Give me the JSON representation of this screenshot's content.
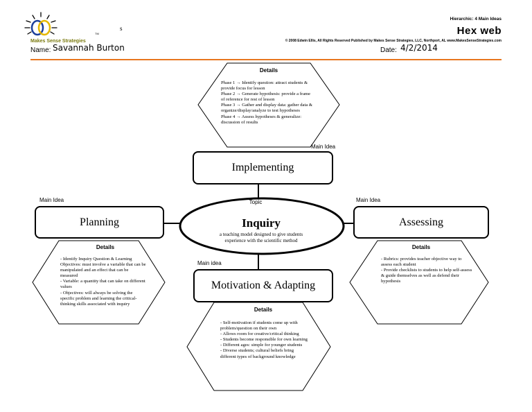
{
  "header": {
    "brand": "Makes Sense Strategies",
    "tm": "TM",
    "s_mark": "s",
    "name_label": "Name:",
    "name_value": "Savannah Burton",
    "hierarchic": "Hierarchic: 4 Main Ideas",
    "title": "Hex web",
    "copyright": "© 2008 Edwin Ellis, All Rights Reserved   Published by Makes Sense Strategies, LLC, Northport, AL   www.MakesSenseStrategies.com",
    "date_label": "Date:",
    "date_value": "4/2/2014",
    "accent_color": "#e8761f"
  },
  "topic": {
    "label": "Topic",
    "title": "Inquiry",
    "description": "a teaching model designed to give students experience with the scientific method"
  },
  "main_ideas": {
    "implementing": {
      "tag": "Main Idea",
      "title": "Implementing",
      "details_label": "Details",
      "details": "Phase 1 → Identify question: attract students & provide focus for lesson\nPhase 2 → Generate hypothesis: provide a frame of reference for rest of lesson\nPhase 3 → Gather and display data: gather data & organize/display/analyze to test hypotheses\nPhase 4 → Assess hypotheses & generalize: discussion of results"
    },
    "planning": {
      "tag": "Main Idea",
      "title": "Planning",
      "details_label": "Details",
      "details": "- Identify Inquiry Question & Learning Objectives: must involve a variable that can be manipulated and an effect that can be measured\n- Variable: a quantity that can take on different values\n- Objectives: will always be solving the specific problem and learning the critical-thinking skills associated with inquiry"
    },
    "assessing": {
      "tag": "Main Idea",
      "title": "Assessing",
      "details_label": "Details",
      "details": "- Rubrics: provides teacher objective way to assess each student\n- Provide checklists to students to help self-assess & guide themselves as well as defend their hypothesis"
    },
    "motivation": {
      "tag": "Main idea",
      "title": "Motivation & Adapting",
      "details_label": "Details",
      "details": "- Self-motivation if students come up with problem/question on their own\n- Allows room for creative/critical thinking\n- Students become responsible for own learning\n- Different ages: simple for younger students\n- Diverse students; cultural beliefs bring different types of background knowledge"
    }
  }
}
